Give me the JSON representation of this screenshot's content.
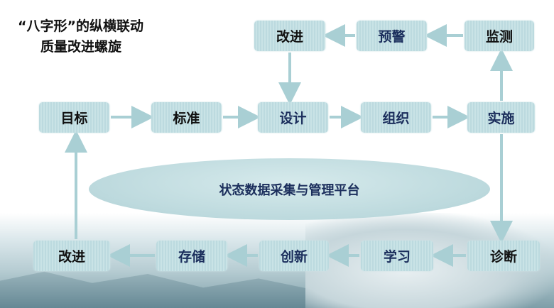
{
  "title": {
    "line1": "“八字形”的纵横联动",
    "line2": "质量改进螺旋"
  },
  "top_row": {
    "improve": "改进",
    "warning": "预警",
    "monitor": "监测"
  },
  "middle_row": {
    "goal": "目标",
    "standard": "标准",
    "design": "设计",
    "organize": "组织",
    "implement": "实施"
  },
  "bottom_row": {
    "improve": "改进",
    "store": "存储",
    "innovate": "创新",
    "learn": "学习",
    "diagnose": "诊断"
  },
  "platform": "状态数据采集与管理平台",
  "colors": {
    "box": "#c3dfe3",
    "arrow": "#a9cfd4",
    "navy": "#1b2e5c"
  }
}
